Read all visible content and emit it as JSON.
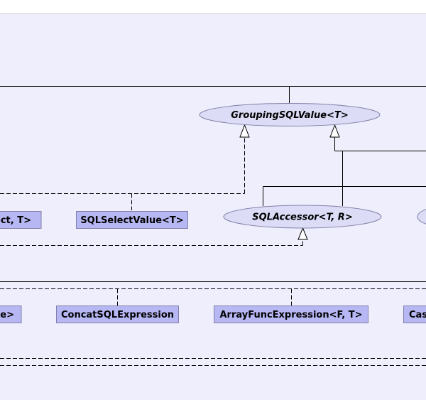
{
  "diagram": {
    "background": "#eeeefc",
    "class_fill": "#b7b7f4",
    "interface_fill": "#dcdcf7",
    "border": "#8080a8",
    "nodes": [
      {
        "id": "grouping",
        "label": "GroupingSQLValue<T>",
        "kind": "interface"
      },
      {
        "id": "accessor",
        "label": "SQLAccessor<T, R>",
        "kind": "interface"
      },
      {
        "id": "select_partial",
        "label": "ect, T>",
        "kind": "class"
      },
      {
        "id": "select_value",
        "label": "SQLSelectValue<T>",
        "kind": "class"
      },
      {
        "id": "partial_e",
        "label": "e>",
        "kind": "class"
      },
      {
        "id": "concat",
        "label": "ConcatSQLExpression",
        "kind": "class"
      },
      {
        "id": "arrayfunc",
        "label": "ArrayFuncExpression<F, T>",
        "kind": "class"
      },
      {
        "id": "case_partial",
        "label": "Cas",
        "kind": "class"
      }
    ]
  }
}
